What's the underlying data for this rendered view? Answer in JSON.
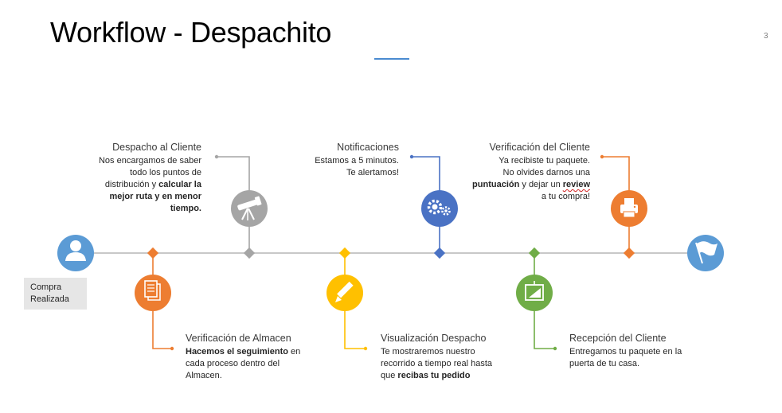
{
  "title": "Workflow - Despachito",
  "page_number": "3",
  "start_label": "Compra Realizada",
  "colors": {
    "gray": "#a5a5a5",
    "blue": "#4a72c4",
    "orange": "#ed7d31",
    "yellow": "#ffc000",
    "green": "#70ad47",
    "light_blue": "#5b9bd5"
  },
  "steps": [
    {
      "title": "Despacho al Cliente",
      "body": [
        {
          "t": "Nos encargamos de saber todo los puntos de distribución y "
        },
        {
          "t": "calcular la mejor ruta y en menor tiempo.",
          "b": true
        }
      ],
      "icon": "telescope-icon",
      "color": "gray"
    },
    {
      "title": "Notificaciones",
      "body": [
        {
          "t": "Estamos a 5 minutos."
        },
        {
          "br": true
        },
        {
          "t": "Te alertamos!"
        }
      ],
      "icon": "gears-icon",
      "color": "blue"
    },
    {
      "title": "Verificación del Cliente",
      "body": [
        {
          "t": "Ya recibiste tu paquete."
        },
        {
          "br": true
        },
        {
          "t": "No olvides darnos una "
        },
        {
          "t": "puntuación",
          "b": true
        },
        {
          "t": " y dejar un "
        },
        {
          "t": "review",
          "b": true,
          "u": true
        },
        {
          "t": " a tu compra!"
        }
      ],
      "icon": "printer-icon",
      "color": "orange"
    },
    {
      "title": "Verificación de Almacen",
      "body": [
        {
          "t": "Hacemos el seguimiento",
          "b": true
        },
        {
          "t": " en cada proceso dentro del Almacen."
        }
      ],
      "icon": "documents-icon",
      "color": "orange"
    },
    {
      "title": "Visualización Despacho",
      "body": [
        {
          "t": "Te mostraremos nuestro recorrido a tiempo real hasta que "
        },
        {
          "t": "recibas tu pedido",
          "b": true
        }
      ],
      "icon": "pencil-icon",
      "color": "yellow"
    },
    {
      "title": "Recepción del Cliente",
      "body": [
        {
          "t": "Entregamos tu paquete en la puerta de tu casa."
        }
      ],
      "icon": "chart-board-icon",
      "color": "green"
    }
  ],
  "start_icon": "user-icon",
  "end_icon": "flag-icon"
}
